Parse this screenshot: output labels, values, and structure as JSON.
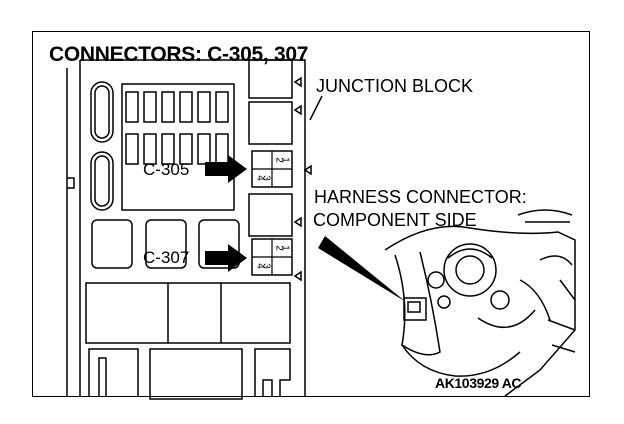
{
  "title": "CONNECTORS: C-305, 307",
  "labels": {
    "junction_block": "JUNCTION BLOCK",
    "harness_line1": "HARNESS CONNECTOR:",
    "harness_line2": "COMPONENT SIDE",
    "c305": "C-305",
    "c307": "C-307",
    "figure_code": "AK103929 AC"
  },
  "connector_pins": {
    "c305": [
      "2",
      "1",
      "4",
      "3"
    ],
    "c307": [
      "2",
      "1",
      "4",
      "3"
    ]
  },
  "colors": {
    "line": "#000000",
    "background": "#ffffff",
    "arrow": "#000000"
  }
}
